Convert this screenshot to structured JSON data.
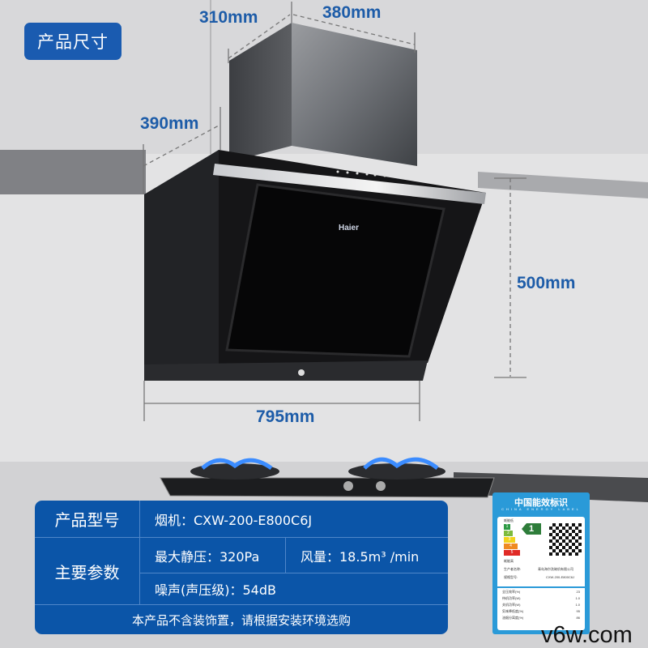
{
  "tag": "产品尺寸",
  "dimensions": {
    "chimney_depth": "310mm",
    "chimney_width": "380mm",
    "body_depth": "390mm",
    "height": "500mm",
    "width": "795mm"
  },
  "brand": "Haier",
  "spec": {
    "model_header": "产品型号",
    "model_value": "烟机：CXW-200-E800C6J",
    "params_header": "主要参数",
    "static_pressure": "最大静压：320Pa",
    "airflow": "风量：18.5m³ /min",
    "noise": "噪声(声压级)：54dB",
    "footer": "本产品不含装饰置，请根据安装环境选购"
  },
  "energy_label": {
    "title": "中国能效标识",
    "subtitle": "CHINA ENERGY LABEL",
    "grade": "1",
    "grades": [
      "1",
      "2",
      "3",
      "4",
      "5"
    ],
    "grade_colors": [
      "#2e9a45",
      "#7dbb3c",
      "#f2d21d",
      "#ef8a21",
      "#e02a26"
    ],
    "low_label": "耗能低",
    "high_label": "耗能高",
    "manufacturer_label": "生产者名称:",
    "manufacturer": "青岛海尔洗碗机有限公司",
    "model_label": "规格型号:",
    "model": "CXW-200-E800C6J",
    "rows": [
      {
        "k": "全压效率(%)",
        "v": "23"
      },
      {
        "k": "待机功率(W)",
        "v": "1.0"
      },
      {
        "k": "关机功率(W)",
        "v": "1.0"
      },
      {
        "k": "気味降低度(%)",
        "v": "95"
      },
      {
        "k": "油烟分离度(%)",
        "v": "86"
      }
    ]
  },
  "watermark": "v6w.com",
  "colors": {
    "accent": "#1a5bb0",
    "dim_text": "#1d5ca8",
    "table_bg": "#0b55a8",
    "label_bg": "#2a9ad8"
  }
}
